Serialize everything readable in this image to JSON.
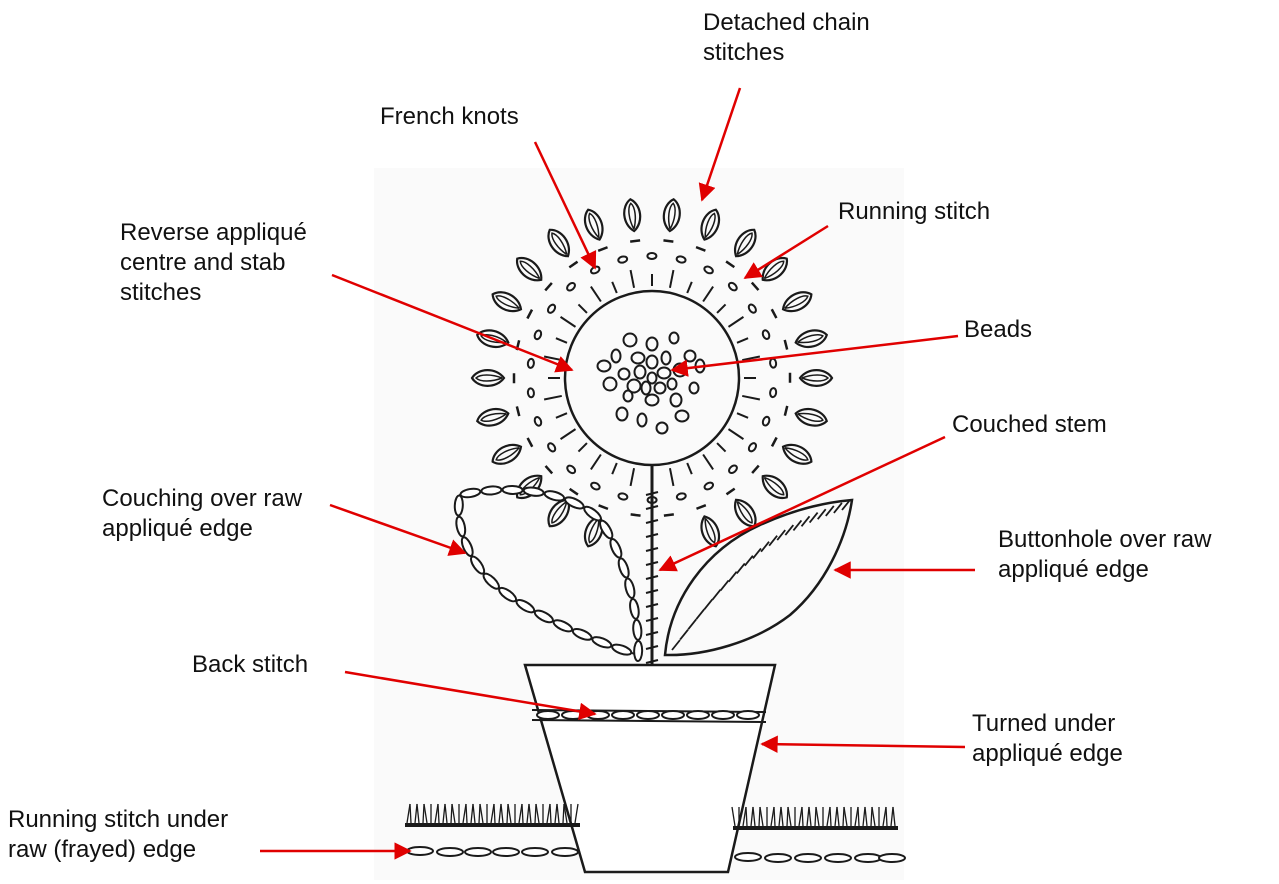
{
  "diagram": {
    "labels": {
      "detached_chain": [
        "Detached chain",
        "stitches"
      ],
      "french_knots": [
        "French knots"
      ],
      "running_stitch": [
        "Running stitch"
      ],
      "reverse_applique": [
        "Reverse appliqué",
        "centre and stab",
        "stitches"
      ],
      "beads": [
        "Beads"
      ],
      "couched_stem": [
        "Couched stem"
      ],
      "couching_raw": [
        "Couching over raw",
        "appliqué edge"
      ],
      "buttonhole_raw": [
        "Buttonhole over raw",
        "appliqué edge"
      ],
      "back_stitch": [
        "Back stitch"
      ],
      "turned_under": [
        "Turned under",
        "appliqué edge"
      ],
      "running_under_raw": [
        "Running stitch under",
        "raw (frayed) edge"
      ]
    },
    "colors": {
      "arrow": "#e00000",
      "ink": "#1a1a1a",
      "paper": "#ffffff"
    }
  }
}
